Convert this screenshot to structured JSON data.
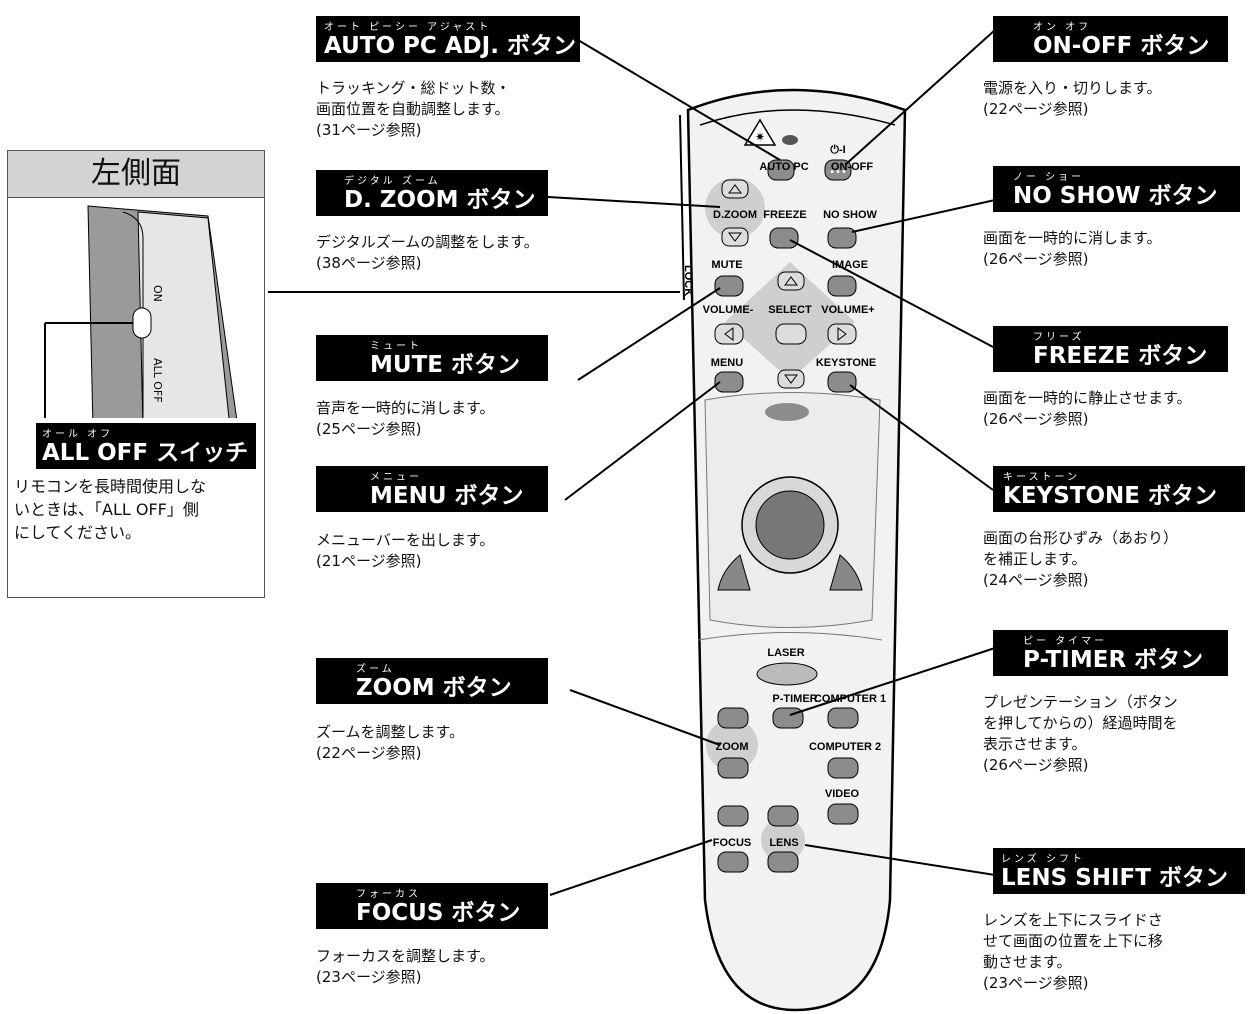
{
  "side": {
    "title": "左側面",
    "switch_on": "ON",
    "switch_off": "ALL OFF",
    "header_ruby": "オール オフ",
    "header_title": "ALL OFF スイッチ",
    "desc": [
      "リモコンを長時間使用しな",
      "いときは、「ALL OFF」側",
      "にしてください。"
    ]
  },
  "callouts": {
    "auto_pc": {
      "ruby": "オート ピーシー アジャスト",
      "title": "AUTO PC ADJ. ボタン",
      "desc": [
        "トラッキング・総ドット数・",
        "画面位置を自動調整します。",
        "(31ページ参照)"
      ]
    },
    "dzoom": {
      "ruby": "デジタル ズーム",
      "title": "D. ZOOM ボタン",
      "desc": [
        "デジタルズームの調整をします。",
        "(38ページ参照)"
      ]
    },
    "mute": {
      "ruby": "ミュート",
      "title": "MUTE ボタン",
      "desc": [
        "音声を一時的に消します。",
        "(25ページ参照)"
      ]
    },
    "menu": {
      "ruby": "メニュー",
      "title": "MENU ボタン",
      "desc": [
        "メニューバーを出します。",
        "(21ページ参照)"
      ]
    },
    "zoom": {
      "ruby": "ズーム",
      "title": "ZOOM ボタン",
      "desc": [
        "ズームを調整します。",
        "(22ページ参照)"
      ]
    },
    "focus": {
      "ruby": "フォーカス",
      "title": "FOCUS ボタン",
      "desc": [
        "フォーカスを調整します。",
        "(23ページ参照)"
      ]
    },
    "onoff": {
      "ruby": "オン オフ",
      "title": "ON-OFF ボタン",
      "desc": [
        "電源を入り・切りします。",
        "(22ページ参照)"
      ]
    },
    "noshow": {
      "ruby": "ノー ショー",
      "title": "NO SHOW ボタン",
      "desc": [
        "画面を一時的に消します。",
        "(26ページ参照)"
      ]
    },
    "freeze": {
      "ruby": "フリーズ",
      "title": "FREEZE ボタン",
      "desc": [
        "画面を一時的に静止させます。",
        "(26ページ参照)"
      ]
    },
    "keystone": {
      "ruby": "キーストーン",
      "title": "KEYSTONE ボタン",
      "desc": [
        "画面の台形ひずみ（あおり）",
        "を補正します。",
        "(24ページ参照)"
      ]
    },
    "ptimer": {
      "ruby": "ピー タイマー",
      "title": "P-TIMER ボタン",
      "desc": [
        "プレゼンテーション（ボタン",
        "を押してからの）経過時間を",
        "表示させます。",
        "(26ページ参照)"
      ]
    },
    "lens": {
      "ruby": "レンズ シフト",
      "title": "LENS SHIFT ボタン",
      "desc": [
        "レンズを上下にスライドさ",
        "せて画面の位置を上下に移",
        "動させます。",
        "(23ページ参照)"
      ]
    }
  },
  "remote": {
    "power_symbol": "⏻-I",
    "auto_pc": "AUTO PC",
    "on_off": "ON-OFF",
    "dzoom": "D.ZOOM",
    "freeze": "FREEZE",
    "no_show": "NO SHOW",
    "mute": "MUTE",
    "image": "IMAGE",
    "lock": "LOCK",
    "volume_minus": "VOLUME-",
    "select": "SELECT",
    "volume_plus": "VOLUME+",
    "menu": "MENU",
    "keystone": "KEYSTONE",
    "laser": "LASER",
    "ptimer": "P-TIMER",
    "computer1": "COMPUTER 1",
    "zoom": "ZOOM",
    "computer2": "COMPUTER 2",
    "video": "VIDEO",
    "focus": "FOCUS",
    "lens": "LENS"
  }
}
